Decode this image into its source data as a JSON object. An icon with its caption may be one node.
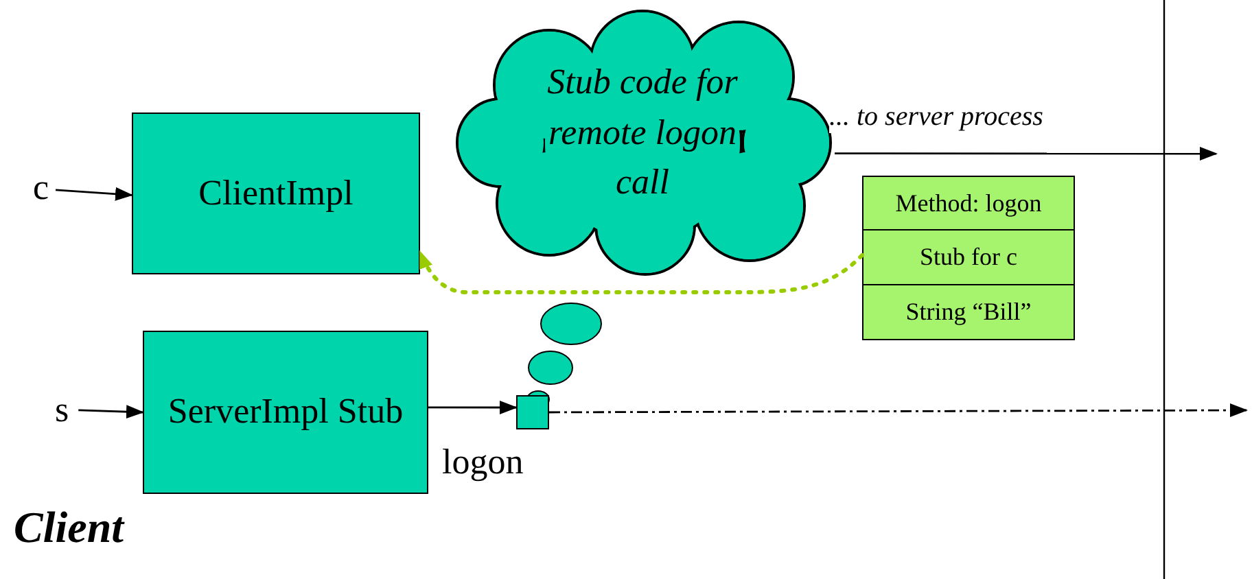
{
  "diagram": {
    "nodes": [
      {
        "text": [
          "c"
        ]
      },
      {
        "text": [
          "ClientImpl"
        ]
      },
      {
        "text": [
          "Stub code for remote logon call"
        ]
      },
      {
        "text": [
          "Method: logon"
        ]
      },
      {
        "text": [
          "Stub for c"
        ]
      },
      {
        "text": [
          "String “Bill”"
        ]
      },
      {
        "text": [
          "s"
        ]
      },
      {
        "text": [
          "ServerImpl Stub"
        ]
      },
      {
        "text": [],
        "shape": "box",
        "beside": [
          "logon"
        ]
      }
    ],
    "edges": [
      {
        "from": 0,
        "to": 1,
        "arrow": "to"
      },
      {
        "from": 4,
        "to": 1,
        "arrow": "to",
        "style": "dashed",
        "color": "#99cc00"
      },
      {
        "from": 2,
        "to": null,
        "arrow": "to",
        "label": "... to server process"
      },
      {
        "from": 6,
        "to": 7,
        "arrow": "to"
      },
      {
        "from": 7,
        "to": 8,
        "arrow": "to"
      },
      {
        "from": 8,
        "to": null,
        "arrow": "to",
        "style": "dashed"
      }
    ],
    "labels": [
      "Client"
    ]
  }
}
